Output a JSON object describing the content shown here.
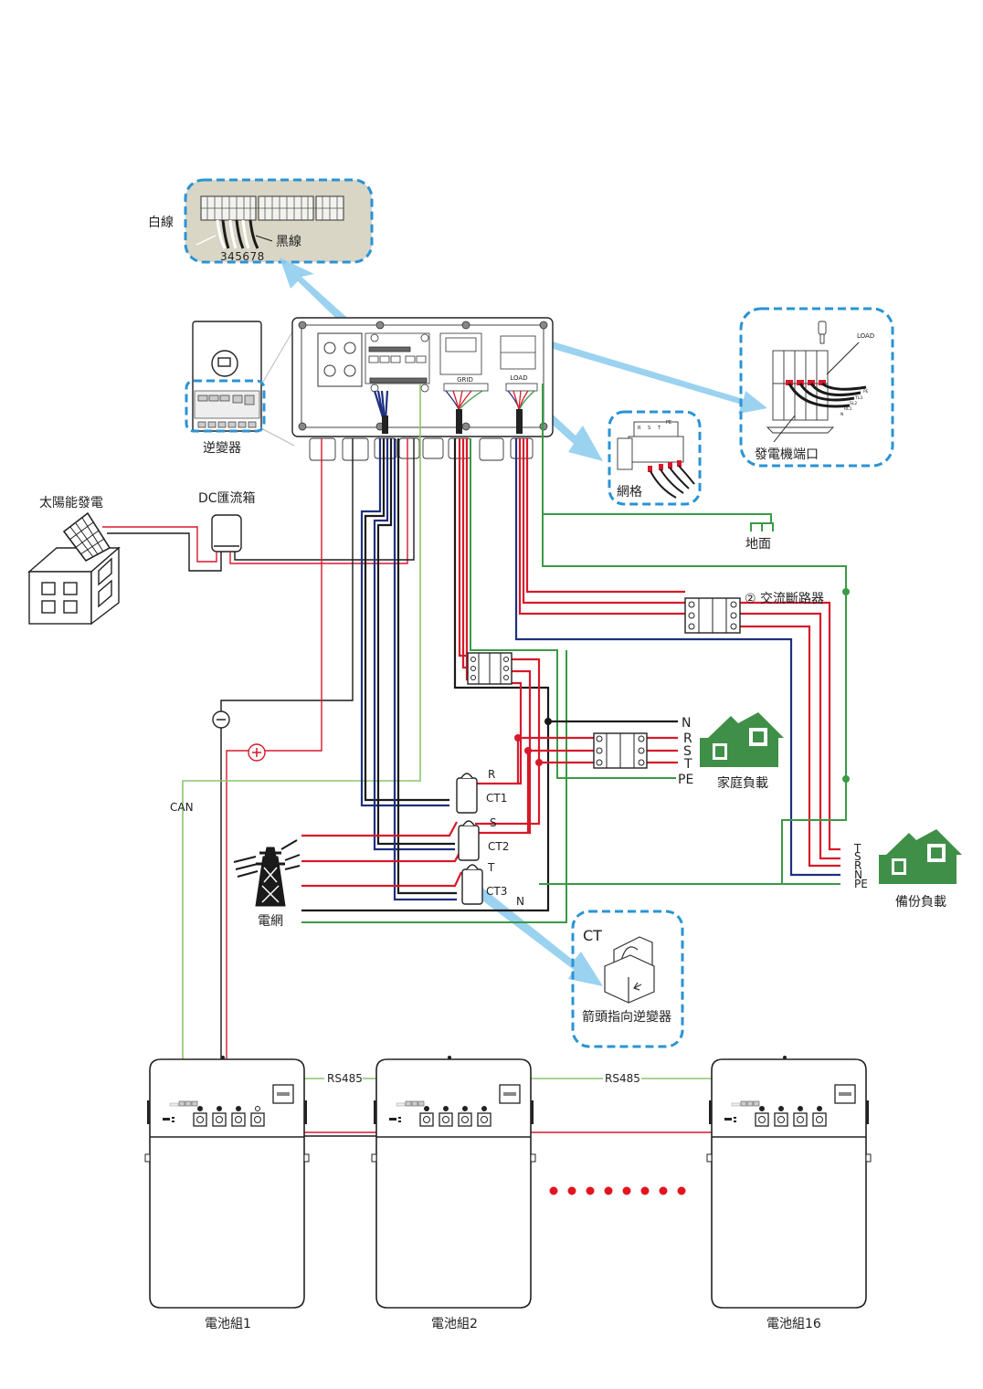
{
  "diagram": {
    "title": "Inverter system wiring diagram",
    "callouts": {
      "terminal_block": {
        "white_wire": "白線",
        "black_wire": "黑線",
        "pin_numbers": "345678"
      },
      "generator_port": {
        "label": "發電機端口",
        "load_tag": "LOAD",
        "wire_tags": [
          "PE",
          "TL3",
          "SL2",
          "RL1",
          "N"
        ]
      },
      "grid_terminal": {
        "label": "網格",
        "tags": [
          "R",
          "S",
          "T",
          "PE"
        ]
      },
      "ct_detail": {
        "title": "CT",
        "caption": "箭頭指向逆變器"
      }
    },
    "inverter": {
      "label": "逆變器",
      "grid_tag": "GRID",
      "load_tag": "LOAD"
    },
    "solar": {
      "label": "太陽能發電"
    },
    "dc_combiner": {
      "label": "DC匯流箱"
    },
    "ground": {
      "label": "地面"
    },
    "ac_breaker": {
      "label": "② 交流斷路器"
    },
    "home_load": {
      "label": "家庭負載",
      "lines": [
        "N",
        "R",
        "S",
        "T",
        "PE"
      ]
    },
    "backup_load": {
      "label": "備份負載",
      "lines": [
        "T",
        "S",
        "R",
        "N",
        "PE"
      ]
    },
    "grid": {
      "label": "電網"
    },
    "cts": [
      {
        "name": "CT1",
        "phase": "R"
      },
      {
        "name": "CT2",
        "phase": "S"
      },
      {
        "name": "CT3",
        "phase": "T"
      }
    ],
    "neutral_tag": "N",
    "battery_bus": {
      "minus": "−",
      "plus": "+",
      "can": "CAN"
    },
    "rs485_links": [
      "RS485",
      "RS485"
    ],
    "batteries": [
      {
        "label": "電池組1"
      },
      {
        "label": "電池組2"
      },
      {
        "label": "電池組16"
      }
    ],
    "ellipsis_dots": 8,
    "colors": {
      "phase": "#d7192a",
      "neutral": "#1f2f80",
      "black": "#1a1a1a",
      "earth": "#3a9a46",
      "comm": "#8cc66b",
      "house_fill": "#3f8f48",
      "callout_border": "#2a93d5",
      "arrow": "#8fcdee"
    }
  }
}
